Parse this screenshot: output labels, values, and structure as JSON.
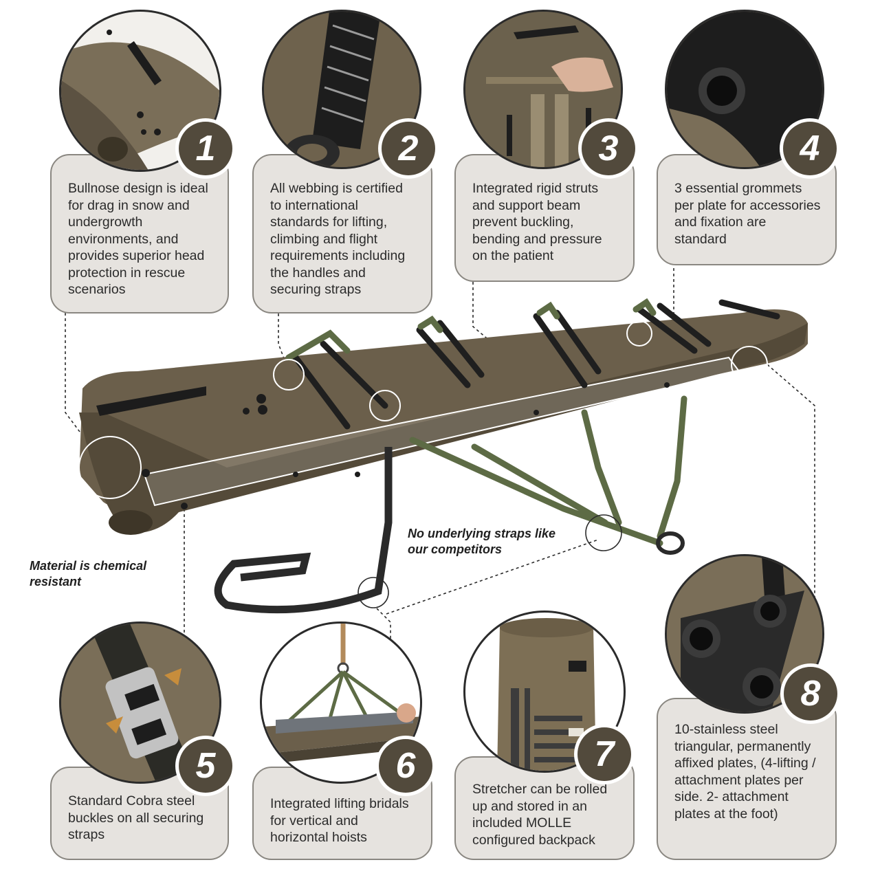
{
  "features": [
    {
      "number": "1",
      "text": "Bullnose design is ideal for drag in snow and undergrowth environments, and provides superior head protection in rescue scenarios"
    },
    {
      "number": "2",
      "text": "All webbing is certified to international standards for lifting, climbing and flight requirements including the handles and securing straps"
    },
    {
      "number": "3",
      "text": "Integrated rigid struts and support beam prevent buckling, bending and pressure on the patient"
    },
    {
      "number": "4",
      "text": "3 essential grommets per plate for accessories and fixation are standard"
    },
    {
      "number": "5",
      "text": "Standard Cobra steel buckles on all securing straps"
    },
    {
      "number": "6",
      "text": "Integrated lifting bridals for vertical and horizontal hoists"
    },
    {
      "number": "7",
      "text": "Stretcher can be rolled up and stored in an included MOLLE configured backpack"
    },
    {
      "number": "8",
      "text": "10-stainless steel triangular, permanently affixed plates, (4-lifting / attachment plates per side. 2- attachment plates at the foot)"
    }
  ],
  "notes": {
    "straps": "No underlying straps like our competitors",
    "material": "Material is chemical resistant"
  },
  "colors": {
    "olive": "#6b5f4b",
    "badge": "#524a3c",
    "card": "#e6e3df",
    "webbing_green": "#5d6b45",
    "webbing_black": "#1f1f1f"
  }
}
